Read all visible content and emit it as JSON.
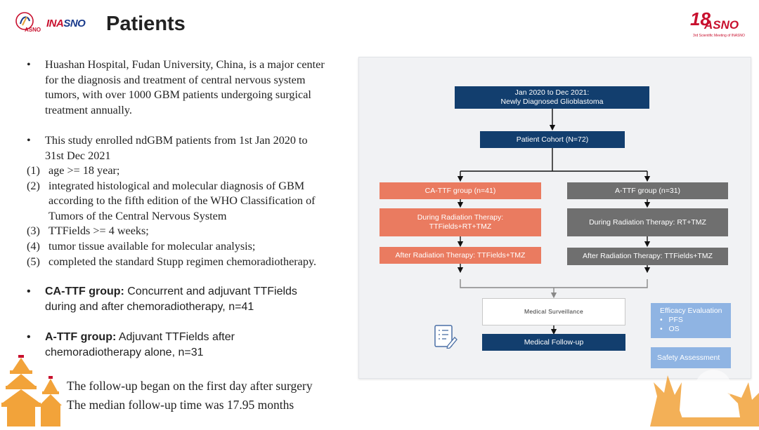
{
  "header": {
    "title": "Patients",
    "logo_left_text": "ASNO",
    "logo_mid_text_a": "INA",
    "logo_mid_text_b": "SNO",
    "logo_right_num": "18",
    "logo_right_name": "ASNO",
    "logo_right_sub": "3rd Scientific Meeting of INASNO"
  },
  "left": {
    "p1": [
      "Huashan Hospital, Fudan University, China, is a major center",
      "for the diagnosis and treatment of central nervous system",
      "tumors, with over 1000 GBM patients undergoing surgical",
      "treatment annually."
    ],
    "p2": [
      "This study enrolled ndGBM patients from 1st Jan 2020 to",
      "31st Dec 2021"
    ],
    "criteria": [
      {
        "num": "(1)",
        "lines": [
          "age >= 18 year;"
        ]
      },
      {
        "num": "(2)",
        "lines": [
          "integrated histological and molecular diagnosis of GBM",
          "according to the fifth edition of the WHO Classification of",
          "Tumors of the Central Nervous System"
        ]
      },
      {
        "num": "(3)",
        "lines": [
          "TTFields >= 4 weeks;"
        ]
      },
      {
        "num": "(4)",
        "lines": [
          "tumor tissue available for molecular analysis;"
        ]
      },
      {
        "num": "(5)",
        "lines": [
          "completed the standard Stupp regimen chemoradiotherapy."
        ]
      }
    ],
    "ca_bold": "CA-TTF group:",
    "ca_rest_1": " Concurrent and adjuvant TTFields",
    "ca_rest_2": "during and after chemoradiotherapy, n=41",
    "a_bold": "A-TTF group:",
    "a_rest_1": " Adjuvant TTFields after",
    "a_rest_2": "chemoradiotherapy alone, n=31",
    "follow_1": "The follow-up began on the first day after surgery",
    "follow_2": "The median follow-up time was 17.95 months"
  },
  "flow": {
    "top_1": "Jan 2020 to Dec 2021:",
    "top_2": "Newly Diagnosed Glioblastoma",
    "cohort": "Patient Cohort (N=72)",
    "ca_group": "CA-TTF group (n=41)",
    "a_group": "A-TTF group (n=31)",
    "ca_during_1": "During Radiation Therapy:",
    "ca_during_2": "TTFields+RT+TMZ",
    "a_during": "During Radiation Therapy: RT+TMZ",
    "ca_after": "After Radiation Therapy: TTFields+TMZ",
    "a_after": "After Radiation Therapy: TTFields+TMZ",
    "surveillance": "Medical Surveillance",
    "followup": "Medical Follow-up",
    "efficacy": "Efficacy Evaluation",
    "efficacy_items": [
      "PFS",
      "OS"
    ],
    "safety": "Safety Assessment"
  },
  "colors": {
    "navy": "#123e6e",
    "salmon": "#ea7b60",
    "grey": "#6f6f6f",
    "light_blue": "#8fb4e3",
    "brand_red": "#c8102e",
    "decor_orange": "#f2a33a"
  }
}
